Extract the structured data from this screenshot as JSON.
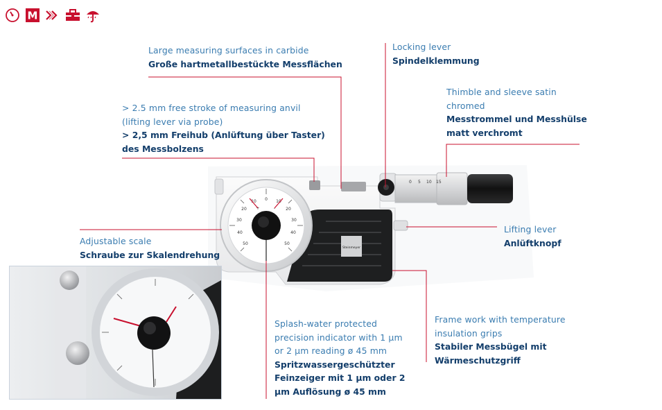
{
  "toolbar": {
    "icons": [
      "gauge-icon",
      "m-badge-icon",
      "double-chevron-icon",
      "toolbox-icon",
      "umbrella-icon"
    ],
    "badge_letter": "M",
    "accent_color": "#c8102e"
  },
  "colors": {
    "english_text": "#3a7cb0",
    "german_text": "#133e6b",
    "leader_line": "#c8102e"
  },
  "callouts": {
    "surfaces": {
      "en": "Large measuring surfaces in carbide",
      "de": "Große hartmetallbestückte Messflächen"
    },
    "locking": {
      "en": "Locking lever",
      "de": "Spindelklemmung"
    },
    "thimble": {
      "en1": "Thimble and sleeve satin",
      "en2": "chromed",
      "de1": "Messtrommel und Messhülse",
      "de2": "matt verchromt"
    },
    "stroke": {
      "en1": "> 2.5 mm free stroke of measuring anvil",
      "en2": "(lifting lever via probe)",
      "de1": "> 2,5 mm Freihub (Anlüftung über Taster)",
      "de2": "des Messbolzens"
    },
    "scale": {
      "en": "Adjustable scale",
      "de": "Schraube zur Skalendrehung"
    },
    "lifting": {
      "en": "Lifting lever",
      "de": "Anlüftknopf"
    },
    "frame": {
      "en1": "Frame work with temperature",
      "en2": "insulation grips",
      "de1": "Stabiler Messbügel mit",
      "de2": "Wärmeschutzgriff"
    },
    "splash": {
      "en1": "Splash-water protected",
      "en2": "precision indicator with 1 µm",
      "en3": "or 2 µm reading ø 45 mm",
      "de1": "Spritzwassergeschützter",
      "de2": "Feinzeiger mit 1 µm oder 2",
      "de3": "µm Auflösung ø 45 mm"
    }
  },
  "product": {
    "dial_numbers": [
      "0",
      "10",
      "20",
      "30",
      "40",
      "50",
      "10",
      "20",
      "30",
      "40",
      "50"
    ],
    "dial_signs": [
      "+",
      "-"
    ],
    "thimble_numbers": [
      "0",
      "5",
      "10",
      "15"
    ],
    "brand_plate": "Steinmeyer"
  }
}
